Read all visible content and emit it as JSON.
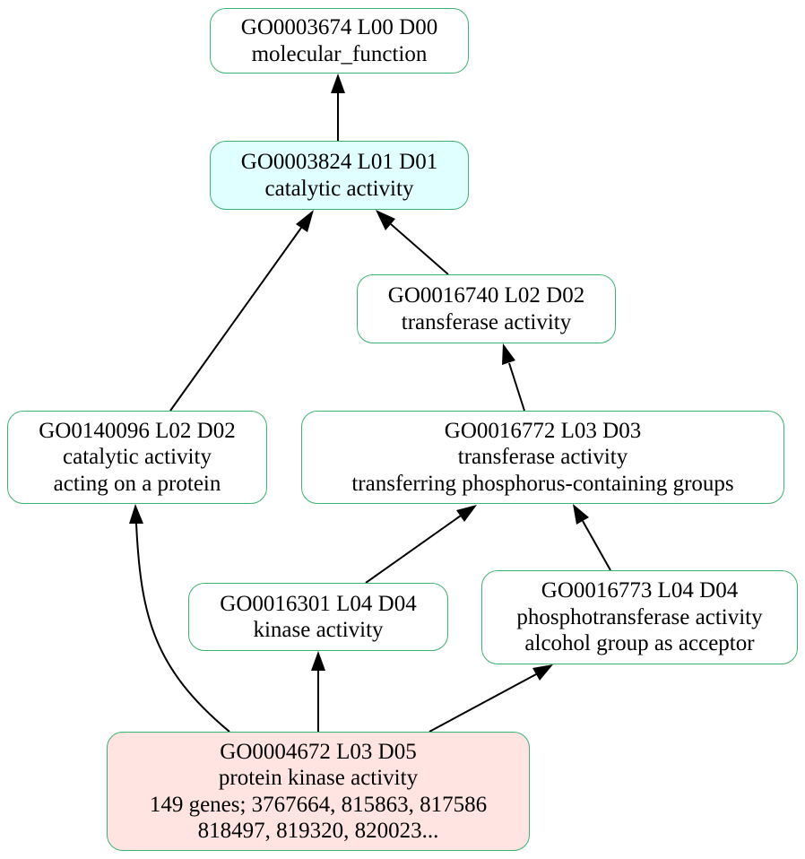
{
  "colors": {
    "node_border": "#3cb371",
    "node_fill": "#ffffff",
    "highlight_fill": "#e0ffff",
    "source_fill": "#ffe4e1",
    "edge": "#000000"
  },
  "nodes": {
    "n0003674": {
      "line1": "GO0003674 L00 D00",
      "line2": "molecular_function"
    },
    "n0003824": {
      "line1": "GO0003824 L01 D01",
      "line2": "catalytic activity"
    },
    "n0016740": {
      "line1": "GO0016740 L02 D02",
      "line2": "transferase activity"
    },
    "n0140096": {
      "line1": "GO0140096 L02 D02",
      "line2": "catalytic activity",
      "line3": "acting on a protein"
    },
    "n0016772": {
      "line1": "GO0016772 L03 D03",
      "line2": "transferase activity",
      "line3": "transferring phosphorus-containing groups"
    },
    "n0016301": {
      "line1": "GO0016301 L04 D04",
      "line2": "kinase activity"
    },
    "n0016773": {
      "line1": "GO0016773 L04 D04",
      "line2": "phosphotransferase activity",
      "line3": "alcohol group as acceptor"
    },
    "n0004672": {
      "line1": "GO0004672 L03 D05",
      "line2": "protein kinase activity",
      "line3": "149 genes; 3767664, 815863, 817586",
      "line4": "818497, 819320, 820023..."
    }
  },
  "edges": [
    {
      "from": "n0003824",
      "to": "n0003674"
    },
    {
      "from": "n0016740",
      "to": "n0003824"
    },
    {
      "from": "n0140096",
      "to": "n0003824"
    },
    {
      "from": "n0016772",
      "to": "n0016740"
    },
    {
      "from": "n0016301",
      "to": "n0016772"
    },
    {
      "from": "n0016773",
      "to": "n0016772"
    },
    {
      "from": "n0004672",
      "to": "n0140096"
    },
    {
      "from": "n0004672",
      "to": "n0016301"
    },
    {
      "from": "n0004672",
      "to": "n0016773"
    }
  ]
}
